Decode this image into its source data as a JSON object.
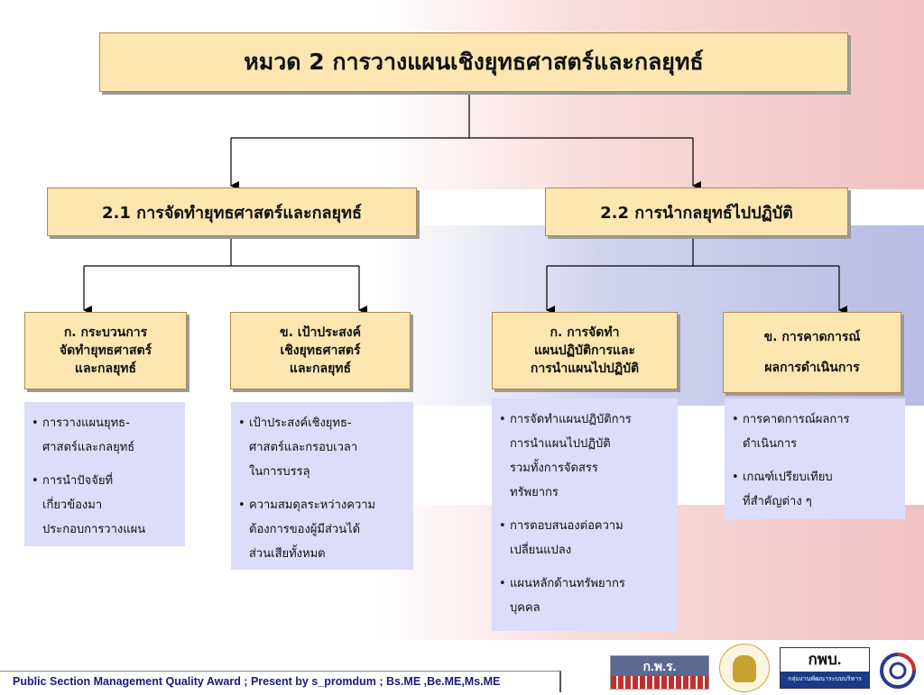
{
  "diagram": {
    "title": "หมวด 2 การวางแผนเชิงยุทธศาสตร์และกลยุทธ์",
    "level2": [
      {
        "label": "2.1 การจัดทำยุทธศาสตร์และกลยุทธ์"
      },
      {
        "label": "2.2 การนำกลยุทธ์ไปปฏิบัติ"
      }
    ],
    "level3": [
      {
        "lines": [
          "ก. กระบวนการ",
          "จัดทำยุทธศาสตร์",
          "และกลยุทธ์"
        ],
        "bullets": [
          "การวางแผนยุทธ-\nศาสตร์และกลยุทธ์",
          "การนำปัจจัยที่\nเกี่ยวข้องมา\nประกอบการวางแผน"
        ]
      },
      {
        "lines": [
          "ข. เป้าประสงค์",
          "เชิงยุทธศาสตร์",
          "และกลยุทธ์"
        ],
        "bullets": [
          "เป้าประสงค์เชิงยุทธ-\nศาสตร์และกรอบเวลา\nในการบรรลุ",
          "ความสมดุลระหว่างความ\nต้องการของผู้มีส่วนได้\nส่วนเสียทั้งหมด"
        ]
      },
      {
        "lines": [
          "ก. การจัดทำ",
          "แผนปฏิบัติการและ",
          "การนำแผนไปปฏิบัติ"
        ],
        "bullets": [
          "การจัดทำแผนปฏิบัติการ\nการนำแผนไปปฏิบัติ\nรวมทั้งการจัดสรร\nทรัพยากร",
          "การตอบสนองต่อความ\nเปลี่ยนแปลง",
          "แผนหลักด้านทรัพยากร\nบุคคล"
        ]
      },
      {
        "lines": [
          "ข. การคาดการณ์",
          "ผลการดำเนินการ"
        ],
        "bullets": [
          "การคาดการณ์ผลการ\nดำเนินการ",
          "เกณฑ์เปรียบเทียบ\nที่สำคัญต่าง ๆ"
        ]
      }
    ]
  },
  "footer": {
    "text": "Public Section Management Quality Award  ; Present by s_promdum ; Bs.ME ,Be.ME,Ms.ME"
  },
  "logos": {
    "logo1_label": "ก.พ.ร.",
    "logo3_label": "กพบ.",
    "logo3_sub": "กลุ่มงานพัฒนาระบบบริหาร"
  },
  "colors": {
    "box_fill": "#fde6b0",
    "list_fill": "#dcdcfb",
    "accent_red": "#f0bebe",
    "accent_blue": "#b4b8e2"
  }
}
